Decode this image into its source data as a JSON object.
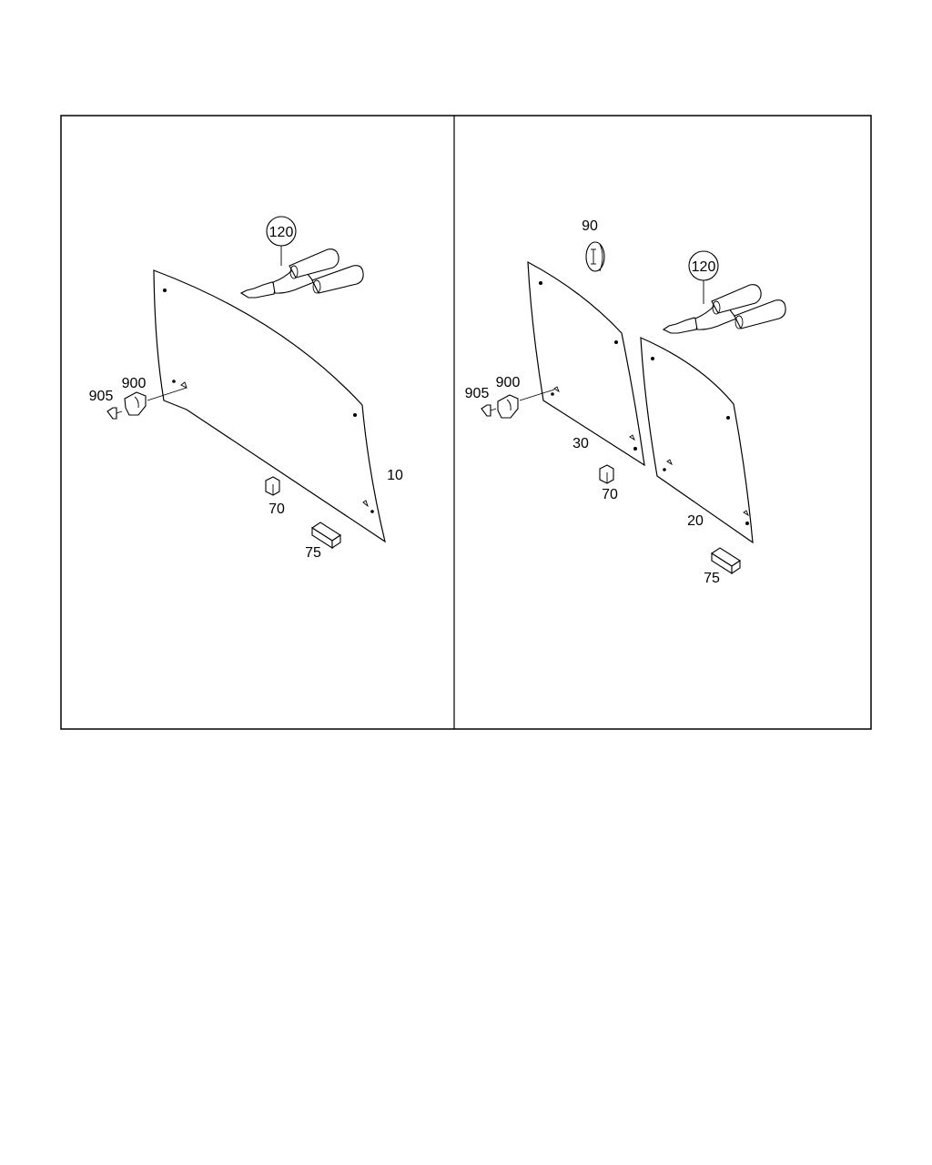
{
  "panels": [
    {
      "id": "left",
      "callouts": {
        "tool": "120",
        "glass": "10",
        "clip": "900",
        "pin": "905",
        "block": "70",
        "spacer": "75"
      }
    },
    {
      "id": "right",
      "callouts": {
        "disc": "90",
        "tool": "120",
        "glass_rear": "30",
        "glass_front": "20",
        "clip": "900",
        "pin": "905",
        "block": "70",
        "spacer": "75"
      }
    }
  ]
}
